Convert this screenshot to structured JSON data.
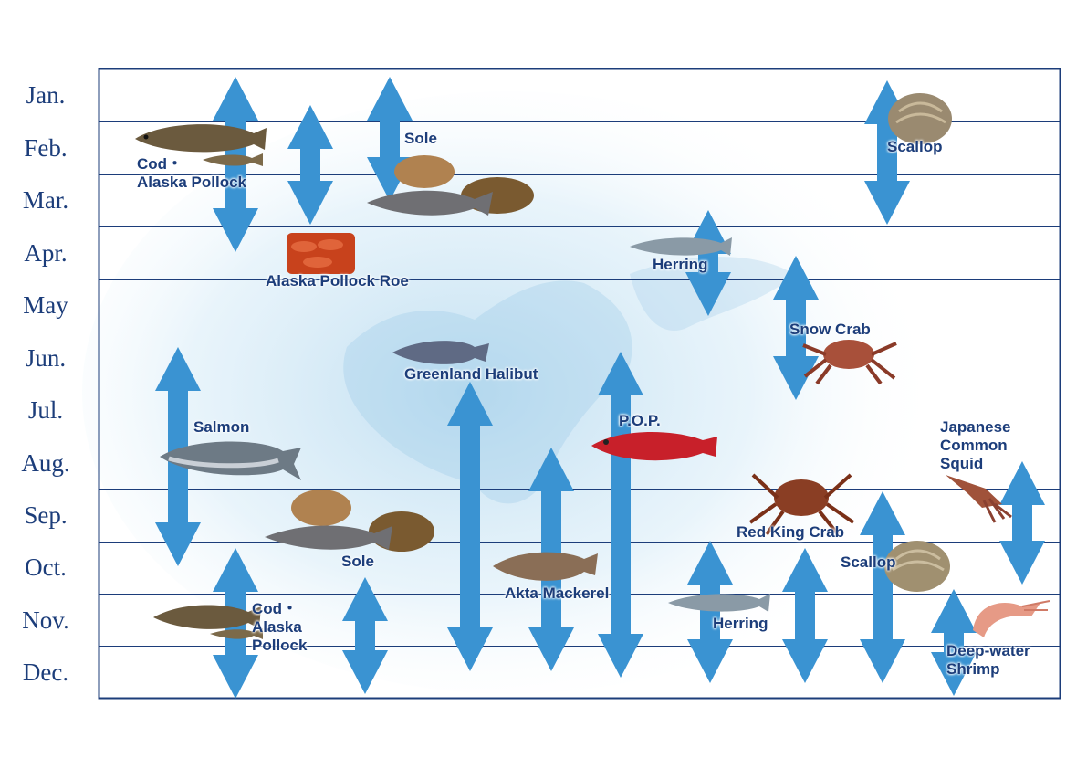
{
  "months": [
    "Jan.",
    "Feb.",
    "Mar.",
    "Apr.",
    "May",
    "Jun.",
    "Jul.",
    "Aug.",
    "Sep.",
    "Oct.",
    "Nov.",
    "Dec."
  ],
  "colors": {
    "arrow": "#3a93d2",
    "frame": "#1c3d7a",
    "text": "#1c3d7a"
  },
  "species": [
    {
      "key": "cod_winter",
      "label": [
        "Cod・",
        "Alaska Pollock"
      ],
      "season": [
        "Jan.",
        "Apr."
      ],
      "icon": "cod-fish-icon"
    },
    {
      "key": "roe",
      "label": [
        "Alaska Pollock Roe"
      ],
      "season": [
        "Feb.",
        "Mar."
      ],
      "icon": "fish-roe-icon"
    },
    {
      "key": "sole_spring",
      "label": [
        "Sole"
      ],
      "season": [
        "Jan.",
        "Mar."
      ],
      "icon": "flatfish-icon"
    },
    {
      "key": "scallop_winter",
      "label": [
        "Scallop"
      ],
      "season": [
        "Jan.",
        "Mar."
      ],
      "icon": "scallop-icon"
    },
    {
      "key": "herring_spring",
      "label": [
        "Herring"
      ],
      "season": [
        "Apr.",
        "May"
      ],
      "icon": "herring-icon"
    },
    {
      "key": "snow_crab",
      "label": [
        "Snow Crab"
      ],
      "season": [
        "May",
        "Jun."
      ],
      "icon": "snow-crab-icon"
    },
    {
      "key": "salmon",
      "label": [
        "Salmon"
      ],
      "season": [
        "Jun.",
        "Sep."
      ],
      "icon": "salmon-icon"
    },
    {
      "key": "greenland_halibut",
      "label": [
        "Greenland Halibut"
      ],
      "season": [
        "Jul.",
        "Dec."
      ],
      "icon": "halibut-icon"
    },
    {
      "key": "pop",
      "label": [
        "P.O.P."
      ],
      "season": [
        "Jun.",
        "Dec."
      ],
      "icon": "rockfish-icon"
    },
    {
      "key": "akta",
      "label": [
        "Akta Mackerel"
      ],
      "season": [
        "Aug.",
        "Dec."
      ],
      "icon": "mackerel-icon"
    },
    {
      "key": "squid",
      "label": [
        "Japanese",
        "Common",
        "Squid"
      ],
      "season": [
        "Aug.",
        "Oct."
      ],
      "icon": "squid-icon"
    },
    {
      "key": "red_king_crab",
      "label": [
        "Red King Crab"
      ],
      "season": [
        "Oct.",
        "Dec."
      ],
      "icon": "king-crab-icon"
    },
    {
      "key": "scallop_autumn",
      "label": [
        "Scallop"
      ],
      "season": [
        "Sep.",
        "Dec."
      ],
      "icon": "scallop-icon"
    },
    {
      "key": "sole_autumn",
      "label": [
        "Sole"
      ],
      "season": [
        "Nov.",
        "Dec."
      ],
      "icon": "flatfish-icon"
    },
    {
      "key": "cod_autumn",
      "label": [
        "Cod・",
        "Alaska",
        "Pollock"
      ],
      "season": [
        "Oct.",
        "Dec."
      ],
      "icon": "cod-fish-icon"
    },
    {
      "key": "herring_autumn",
      "label": [
        "Herring"
      ],
      "season": [
        "Oct.",
        "Dec."
      ],
      "icon": "herring-icon"
    },
    {
      "key": "shrimp",
      "label": [
        "Deep-water",
        "Shrimp"
      ],
      "season": [
        "Nov.",
        "Dec."
      ],
      "icon": "shrimp-icon"
    }
  ]
}
